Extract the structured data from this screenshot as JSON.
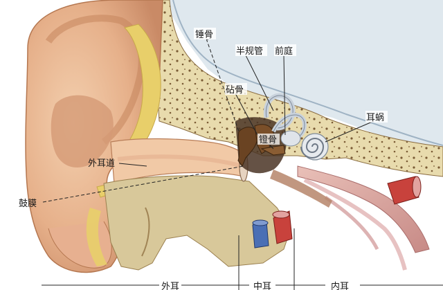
{
  "labels": {
    "malleus": "锤骨",
    "semicircular": "半规管",
    "vestibule": "前庭",
    "incus": "砧骨",
    "cochlea": "耳蜗",
    "stapes": "镫骨",
    "ear_canal": "外耳道",
    "eardrum": "鼓膜",
    "outer_ear": "外耳",
    "middle_ear": "中耳",
    "inner_ear": "内耳"
  },
  "colors": {
    "skin": "#e9b894",
    "skin_shadow": "#c98a66",
    "cartilage_yellow": "#e8cf6a",
    "bone": "#e7d9a8",
    "bone_dark": "#6b4a2a",
    "ossicle": "#6a4322",
    "labyrinth": "#e8ecef",
    "artery": "#c8423c",
    "vein": "#4a6fb5",
    "membrane_blue": "#cfdde8",
    "muscle": "#d9a3a3"
  }
}
